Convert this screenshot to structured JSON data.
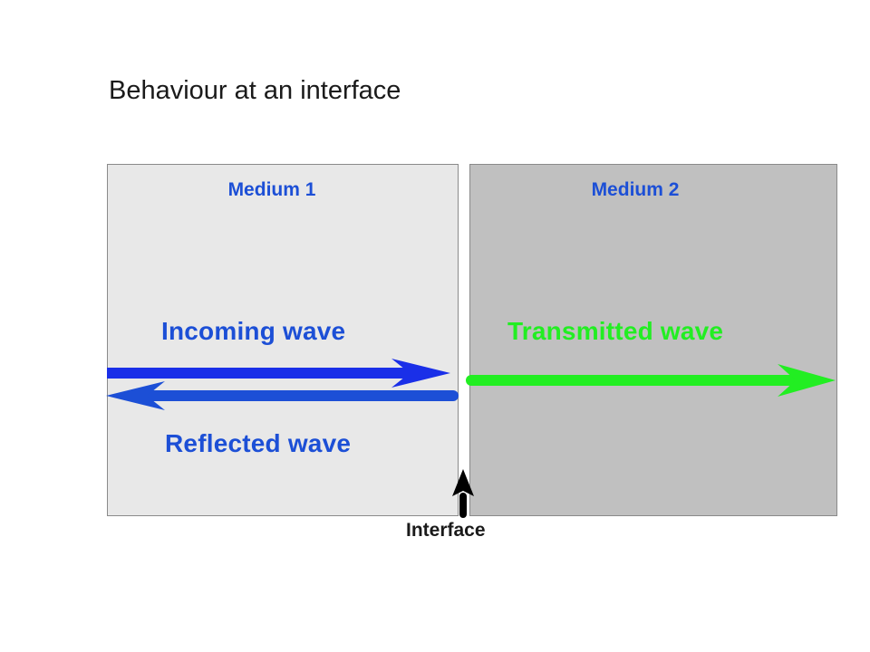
{
  "title": "Behaviour at an interface",
  "media": [
    {
      "label": "Medium 1",
      "fill": "#e8e8e8"
    },
    {
      "label": "Medium 2",
      "fill": "#c0c0c0"
    }
  ],
  "waves": {
    "incoming": {
      "label": "Incoming wave",
      "color": "#1a2fe8"
    },
    "reflected": {
      "label": "Reflected wave",
      "color": "#1c4fd6"
    },
    "transmitted": {
      "label": "Transmitted wave",
      "color": "#22ee22"
    }
  },
  "interface": {
    "label": "Interface",
    "color": "#000000"
  }
}
